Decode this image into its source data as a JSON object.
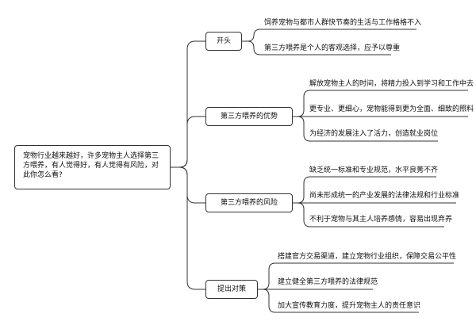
{
  "root": {
    "text": "宠物行业越来越好，许多宠物主人选择第三方喂养，有人觉得好，有人觉得有风险，对此你怎么看?"
  },
  "branches": [
    {
      "label": "开头",
      "leaves": [
        "饲养宠物与都市人群快节奏的生活与工作格格不入",
        "第三方喂养是个人的客观选择，应予以尊重"
      ]
    },
    {
      "label": "第三方喂养的优势",
      "leaves": [
        "解放宠物主人的时间，将精力投入到学习和工作中去",
        "更专业、更细心，宠物能得到更为全面、细致的照料",
        "为经济的发展注入了活力，创造就业岗位"
      ]
    },
    {
      "label": "第三方喂养的风险",
      "leaves": [
        "缺乏统一标准和专业规范，水平良莠不齐",
        "尚未形成统一的产业发展的法律法规和行业标准",
        "不利于宠物与其主人培养感情，容易出现弃养"
      ]
    },
    {
      "label": "提出对策",
      "leaves": [
        "搭建官方交易渠道，建立宠物行业组织，保障交易公平性",
        "建立健全第三方喂养的法律规范",
        "加大宣传教育力度，提升宠物主人的责任意识"
      ]
    }
  ]
}
